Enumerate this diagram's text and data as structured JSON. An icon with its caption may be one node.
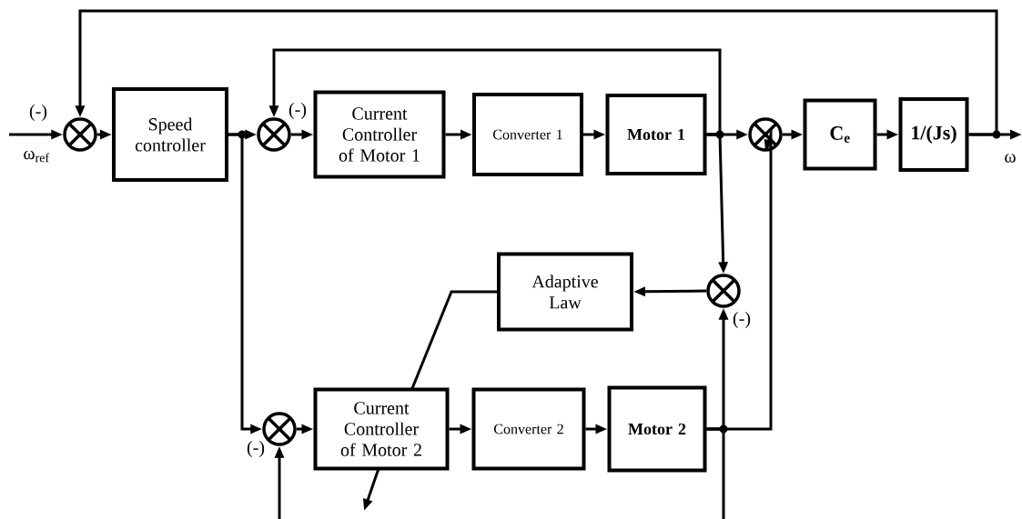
{
  "diagram": {
    "nodes": [
      {
        "text": [],
        "shape": "circle",
        "beside": [
          "(-)"
        ]
      },
      {
        "text": [
          "Speed controller"
        ]
      },
      {
        "text": [],
        "shape": "circle",
        "beside": [
          "(-)"
        ]
      },
      {
        "text": [
          "Current Controller of Motor 1"
        ]
      },
      {
        "text": [
          "Converter 1"
        ]
      },
      {
        "text": [
          "Motor 1"
        ]
      },
      {
        "text": [],
        "shape": "circle"
      },
      {
        "text": [
          "C$_{e}$"
        ]
      },
      {
        "text": [
          "1/(Js)"
        ]
      },
      {
        "text": [
          "Adaptive Law"
        ]
      },
      {
        "text": [],
        "shape": "circle",
        "beside": [
          "(-)"
        ]
      },
      {
        "text": [],
        "shape": "circle",
        "beside": [
          "(-)"
        ]
      },
      {
        "text": [
          "Current Controller of Motor 2"
        ]
      },
      {
        "text": [
          "Converter 2"
        ]
      },
      {
        "text": [
          "Motor 2"
        ]
      }
    ],
    "edges": [
      {
        "from": null,
        "to": 0,
        "arrow": "to",
        "label": "ω$_{ref}$"
      },
      {
        "from": 0,
        "to": 1,
        "arrow": "to"
      },
      {
        "from": 1,
        "to": 2,
        "arrow": "to"
      },
      {
        "from": 1,
        "to": 11,
        "arrow": "to"
      },
      {
        "from": 2,
        "to": 3,
        "arrow": "to"
      },
      {
        "from": 3,
        "to": 4,
        "arrow": "to"
      },
      {
        "from": 4,
        "to": 5,
        "arrow": "to"
      },
      {
        "from": 5,
        "to": 6,
        "arrow": "to"
      },
      {
        "from": 5,
        "to": 10,
        "arrow": "to"
      },
      {
        "from": 5,
        "to": 2,
        "arrow": "to"
      },
      {
        "from": 6,
        "to": 7,
        "arrow": "to"
      },
      {
        "from": 7,
        "to": 8,
        "arrow": "to"
      },
      {
        "from": 8,
        "to": null,
        "arrow": "to",
        "label": "ω"
      },
      {
        "from": 8,
        "to": 0,
        "arrow": "to"
      },
      {
        "from": 10,
        "to": 9,
        "arrow": "to"
      },
      {
        "from": 9,
        "to": null,
        "arrow": "to"
      },
      {
        "from": 11,
        "to": 12,
        "arrow": "to"
      },
      {
        "from": 12,
        "to": 13,
        "arrow": "to"
      },
      {
        "from": 13,
        "to": 14,
        "arrow": "to"
      },
      {
        "from": 14,
        "to": 10,
        "arrow": "to"
      },
      {
        "from": 14,
        "to": 6,
        "arrow": "to"
      },
      {
        "from": 14,
        "to": null,
        "arrow": "none"
      },
      {
        "from": null,
        "to": 11,
        "arrow": "to"
      }
    ]
  }
}
